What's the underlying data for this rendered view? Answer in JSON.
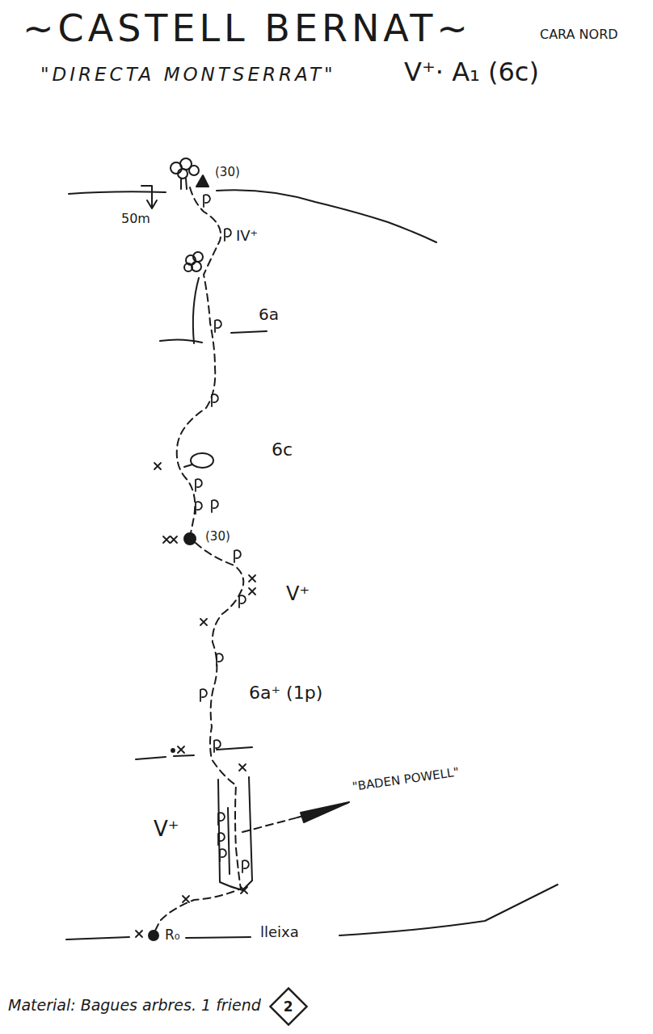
{
  "diagram": {
    "title": "~CASTELL BERNAT~",
    "nodes": [
      {
        "text": [
          "2"
        ]
      }
    ],
    "labels": [
      "CARA NORD",
      "\"DIRECTA MONTSERRAT\"",
      "V⁺· A₁ (6c)",
      "(30)",
      "50m",
      "IV⁺",
      "6a",
      "6c",
      "(30)",
      "V⁺",
      "6a⁺ (1p)",
      "\"BADEN POWELL\"",
      "V⁺",
      "R₀",
      "lleixa",
      "Material: Bagues arbres. 1 friend"
    ]
  }
}
